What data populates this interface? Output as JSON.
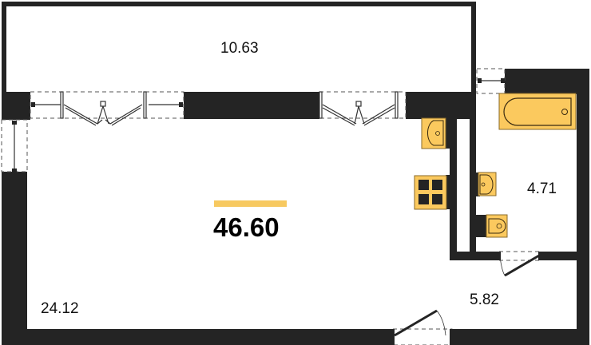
{
  "plan": {
    "total_area": "46.60",
    "rooms": [
      {
        "id": "balcony",
        "area": "10.63"
      },
      {
        "id": "living",
        "area": "24.12"
      },
      {
        "id": "bathroom",
        "area": "4.71"
      },
      {
        "id": "hallway",
        "area": "5.82"
      }
    ],
    "fixtures": [
      "bathtub",
      "bathroom-sink",
      "toilet",
      "kitchen-sink",
      "stove"
    ],
    "colors": {
      "wall": "#242424",
      "fixture_fill": "#FBC95E",
      "fixture_stroke": "#3a2a10",
      "accent": "#F7C960"
    }
  }
}
